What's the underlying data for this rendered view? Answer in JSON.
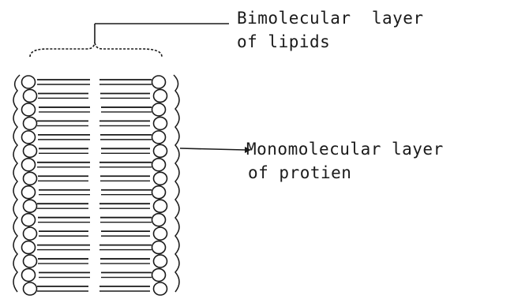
{
  "diagram": {
    "bimolecular_label": {
      "line1": "Bimolecular  layer",
      "line2": "of lipids"
    },
    "monomolecular_label": {
      "line1": "Monomolecular layer",
      "line2": "of protien"
    }
  },
  "colors": {
    "ink": "#1a1a1a",
    "background": "#ffffff"
  }
}
